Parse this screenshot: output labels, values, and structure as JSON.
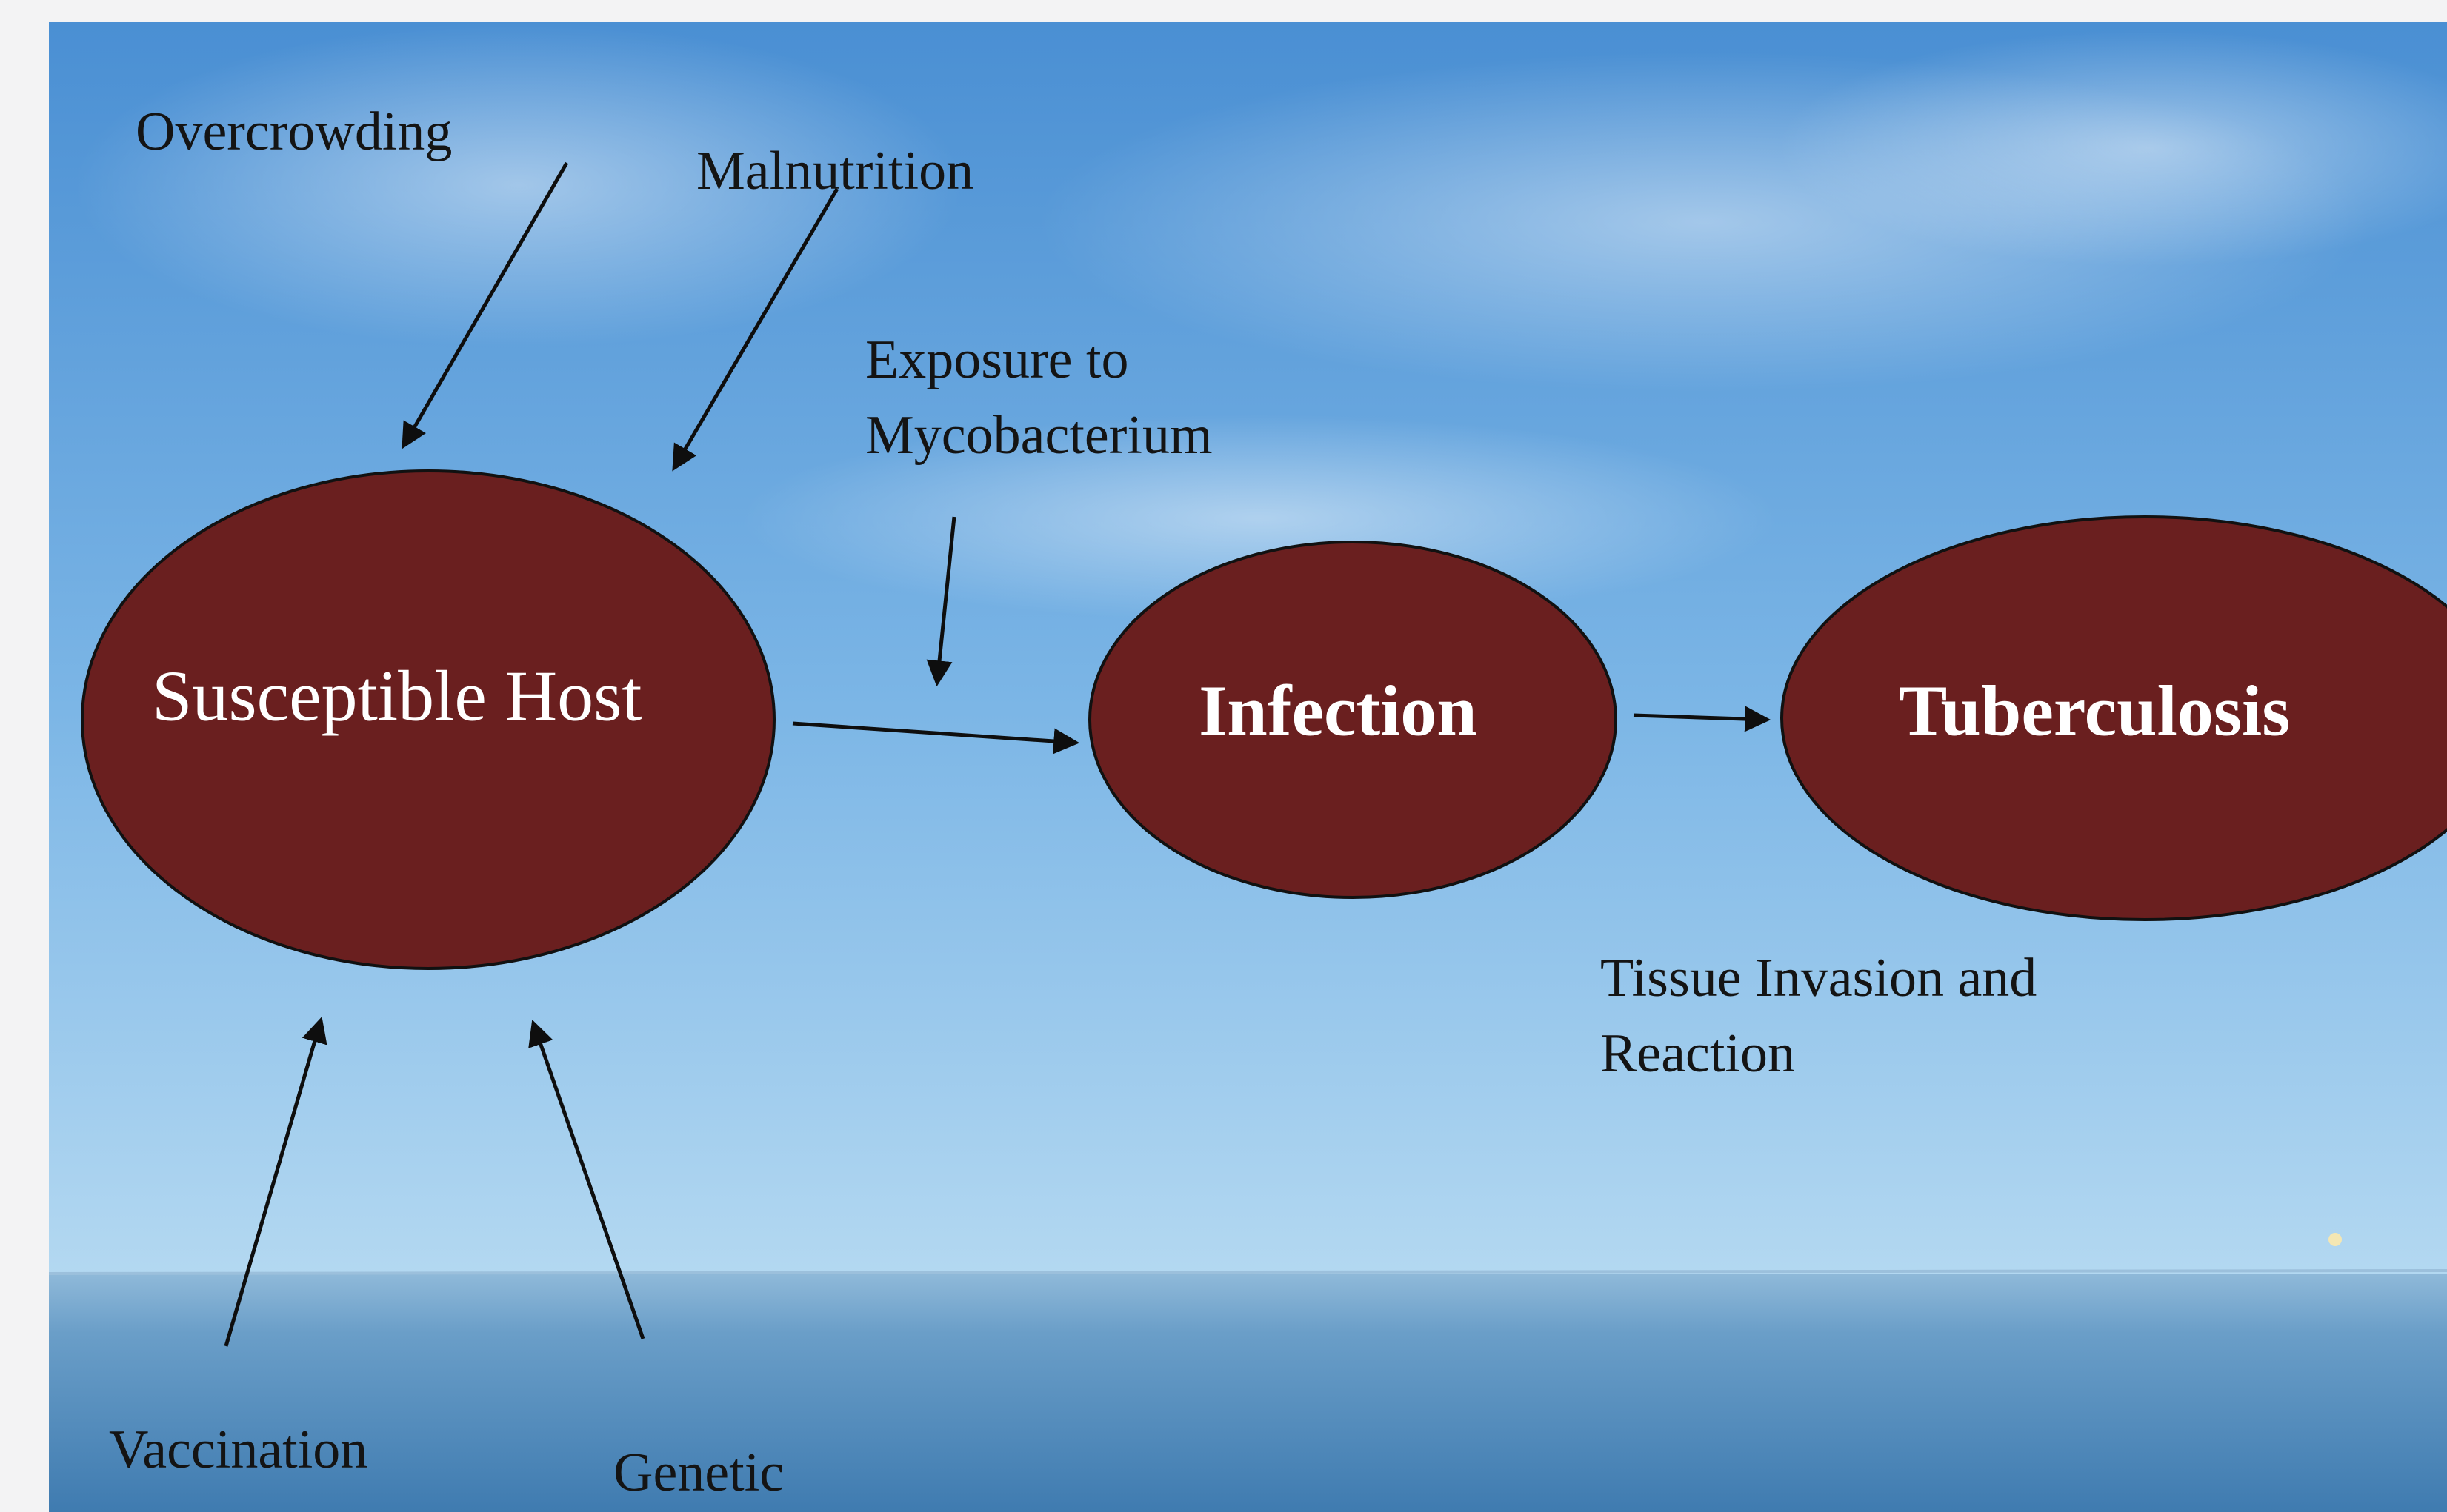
{
  "diagram": {
    "colors": {
      "node_fill": "#6a1f1f",
      "node_text": "#ffffff",
      "label_text": "#141414",
      "sky_top": "#4e92d6",
      "sky_bottom": "#a9d2ef",
      "sea": "#5b93c1",
      "frame": "#f3f3f4"
    },
    "nodes": {
      "host": "Susceptible Host",
      "infection": "Infection",
      "tuberculosis": "Tuberculosis"
    },
    "factors": {
      "overcrowding": "Overcrowding",
      "malnutrition": "Malnutrition",
      "exposure_line1": "Exposure to",
      "exposure_line2": "Mycobacterium",
      "tissue_line1": "Tissue Invasion and",
      "tissue_line2": "Reaction",
      "vaccination": "Vaccination",
      "genetic": "Genetic"
    }
  }
}
